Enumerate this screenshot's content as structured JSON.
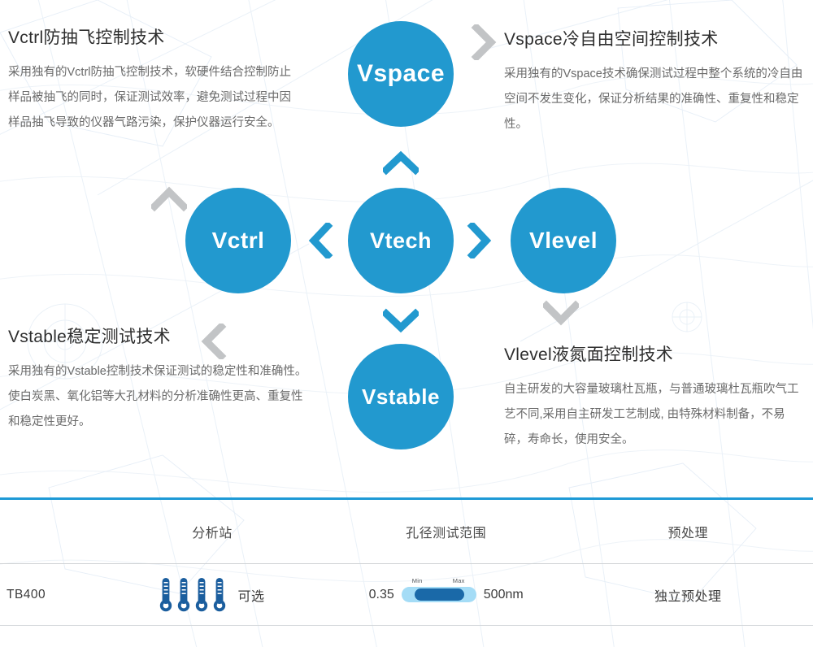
{
  "theme": {
    "circle_blue": "#2299cf",
    "rule_blue": "#1e9ad6",
    "chevron_blue": "#2299cf",
    "chevron_gray": "#c2c4c6",
    "thermo_blue": "#1b5e9e",
    "slider_track": "#a4dcf6",
    "slider_fill": "#1a69a8"
  },
  "diagram": {
    "center": {
      "label": "Vtech"
    },
    "nodes": {
      "vspace": {
        "label": "Vspace"
      },
      "vctrl": {
        "label": "Vctrl"
      },
      "vlevel": {
        "label": "Vlevel"
      },
      "vstable": {
        "label": "Vstable"
      }
    },
    "blocks": {
      "vctrl": {
        "title": "Vctrl防抽飞控制技术",
        "body": "采用独有的Vctrl防抽飞控制技术，软硬件结合控制防止样品被抽飞的同时，保证测试效率，避免测试过程中因样品抽飞导致的仪器气路污染，保护仪器运行安全。"
      },
      "vspace": {
        "title": "Vspace冷自由空间控制技术",
        "body": "采用独有的Vspace技术确保测试过程中整个系统的冷自由空间不发生变化，保证分析结果的准确性、重复性和稳定性。"
      },
      "vstable": {
        "title": "Vstable稳定测试技术",
        "body": "采用独有的Vstable控制技术保证测试的稳定性和准确性。使白炭黑、氧化铝等大孔材料的分析准确性更高、重复性和稳定性更好。"
      },
      "vlevel": {
        "title": "Vlevel液氮面控制技术",
        "body": "自主研发的大容量玻璃杜瓦瓶，与普通玻璃杜瓦瓶吹气工艺不同,采用自主研发工艺制成, 由特殊材料制备，不易碎，寿命长，使用安全。"
      }
    }
  },
  "spec_table": {
    "headers": {
      "model": "",
      "station": "分析站",
      "range": "孔径测试范围",
      "pretreatment": "预处理"
    },
    "row": {
      "model": "TB400",
      "station_count": 4,
      "station_value": "可选",
      "range_min": "0.35",
      "range_max": "500nm",
      "slider_min_label": "Min",
      "slider_max_label": "Max",
      "pretreatment": "独立预处理"
    }
  }
}
